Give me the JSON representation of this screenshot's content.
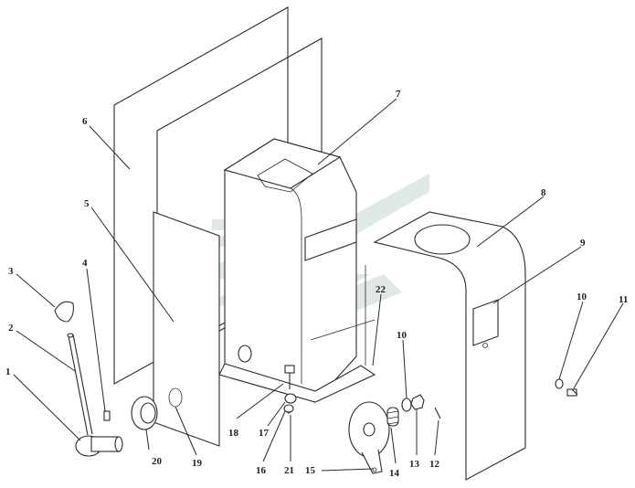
{
  "diagram": {
    "type": "exploded-assembly",
    "callouts": [
      "1",
      "2",
      "3",
      "4",
      "5",
      "6",
      "7",
      "8",
      "9",
      "10",
      "10",
      "11",
      "12",
      "13",
      "14",
      "15",
      "16",
      "17",
      "18",
      "19",
      "20",
      "21",
      "22"
    ]
  },
  "colors": {
    "line": "#2a2a2a",
    "watermark": "#c9d7cf",
    "background": "#ffffff"
  },
  "watermark_icon": "company-logo-watermark"
}
